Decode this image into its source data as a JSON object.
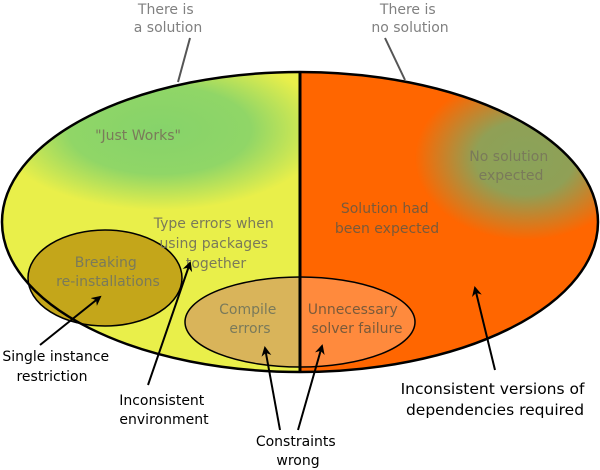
{
  "top_labels": {
    "solution": [
      "There is",
      "a solution"
    ],
    "no_solution": [
      "There is",
      "no solution"
    ]
  },
  "regions": {
    "just_works": "\"Just Works\"",
    "no_solution_expected": [
      "No solution",
      "expected"
    ],
    "solution_expected": [
      "Solution had",
      "been expected"
    ],
    "type_errors": [
      "Type errors when",
      "using packages",
      "together"
    ],
    "breaking": [
      "Breaking",
      "re-installations"
    ],
    "compile_errors": [
      "Compile",
      "errors"
    ],
    "unnecessary_failure": [
      "Unnecessary",
      "solver failure"
    ]
  },
  "callouts": {
    "single_instance": [
      "Single instance",
      "restriction"
    ],
    "inconsistent_env": [
      "Inconsistent",
      "environment"
    ],
    "constraints_wrong": [
      "Constraints",
      "wrong"
    ],
    "inconsistent_versions": [
      "Inconsistent versions of",
      "dependencies required"
    ]
  },
  "colors": {
    "solution_half": "#e9ef4a",
    "no_solution_half": "#ff6600",
    "just_works_glow": "#86d36a",
    "no_solution_glow": "#8aa35a",
    "breaking_fill": "#c4a61a",
    "compile_left": "#d9b45a",
    "compile_right": "#ff8a3d"
  }
}
